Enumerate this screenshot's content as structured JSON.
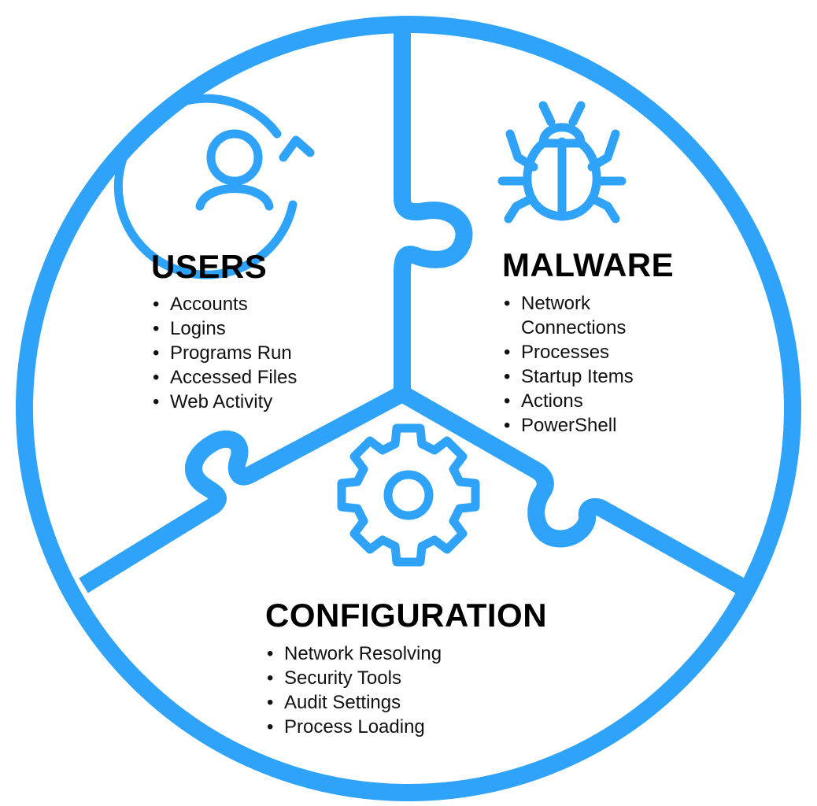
{
  "colors": {
    "accent": "#2ea3f9",
    "text": "#000000"
  },
  "users": {
    "title": "USERS",
    "icon": "user-refresh-icon",
    "items": [
      "Accounts",
      "Logins",
      "Programs Run",
      "Accessed Files",
      "Web Activity"
    ]
  },
  "malware": {
    "title": "MALWARE",
    "icon": "bug-icon",
    "items": [
      "Network Connections",
      "Processes",
      "Startup Items",
      "Actions",
      "PowerShell"
    ]
  },
  "configuration": {
    "title": "CONFIGURATION",
    "icon": "gear-icon",
    "items": [
      "Network Resolving",
      "Security Tools",
      "Audit Settings",
      "Process Loading"
    ]
  }
}
